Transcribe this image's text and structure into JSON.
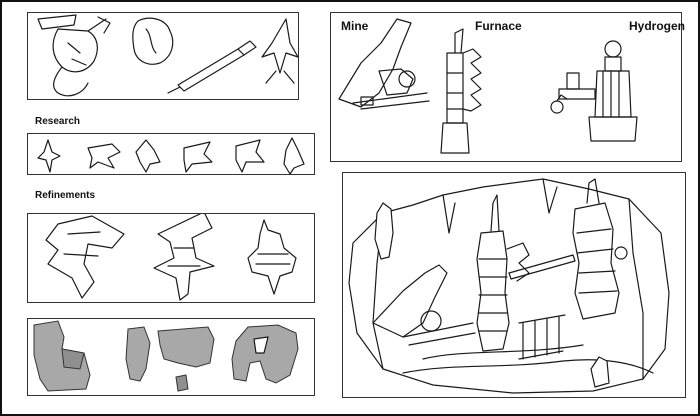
{
  "labels": {
    "mine": "Mine",
    "furnace": "Furnace",
    "hydrogen": "Hydrogen",
    "research": "Research",
    "refinements": "Refinements"
  },
  "colors": {
    "ink": "#1a1a1a",
    "rock_gray": "#a8a8a8",
    "background": "#ffffff"
  }
}
